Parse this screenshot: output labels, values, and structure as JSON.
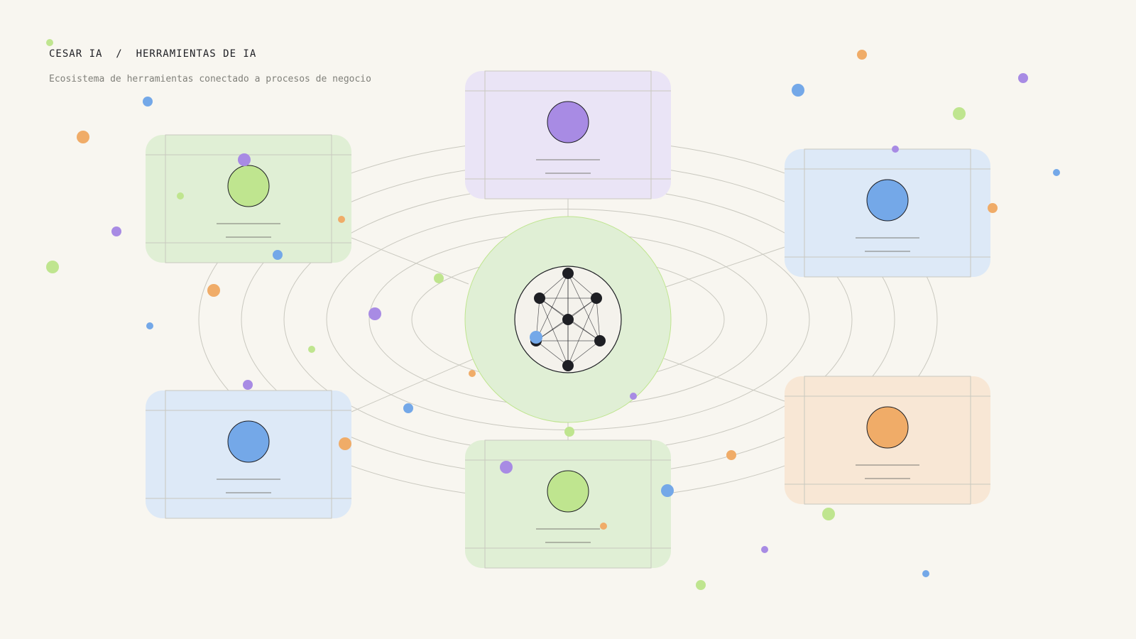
{
  "header": {
    "breadcrumb": "CESAR IA  /  HERRAMIENTAS DE IA",
    "subtitle": "Ecosistema de herramientas conectado a procesos de negocio"
  },
  "colors": {
    "background": "#f8f6f0",
    "green": "#bfe58f",
    "green_panel": "#e0efd5",
    "purple": "#a88be4",
    "purple_panel": "#eae4f6",
    "blue": "#74a8e8",
    "blue_panel": "#dde9f7",
    "orange": "#f0ac68",
    "orange_panel": "#f8e7d5",
    "hub": "#1e1f24",
    "line": "#c9c8bf"
  },
  "diagram": {
    "center": {
      "name": "ai-hub",
      "node_color": "hub"
    },
    "tool_cards": [
      {
        "name": "tool-card-top",
        "color": "purple"
      },
      {
        "name": "tool-card-top-left",
        "color": "green"
      },
      {
        "name": "tool-card-top-right",
        "color": "blue"
      },
      {
        "name": "tool-card-bottom-left",
        "color": "blue"
      },
      {
        "name": "tool-card-bottom",
        "color": "green"
      },
      {
        "name": "tool-card-bottom-right",
        "color": "orange"
      }
    ]
  }
}
